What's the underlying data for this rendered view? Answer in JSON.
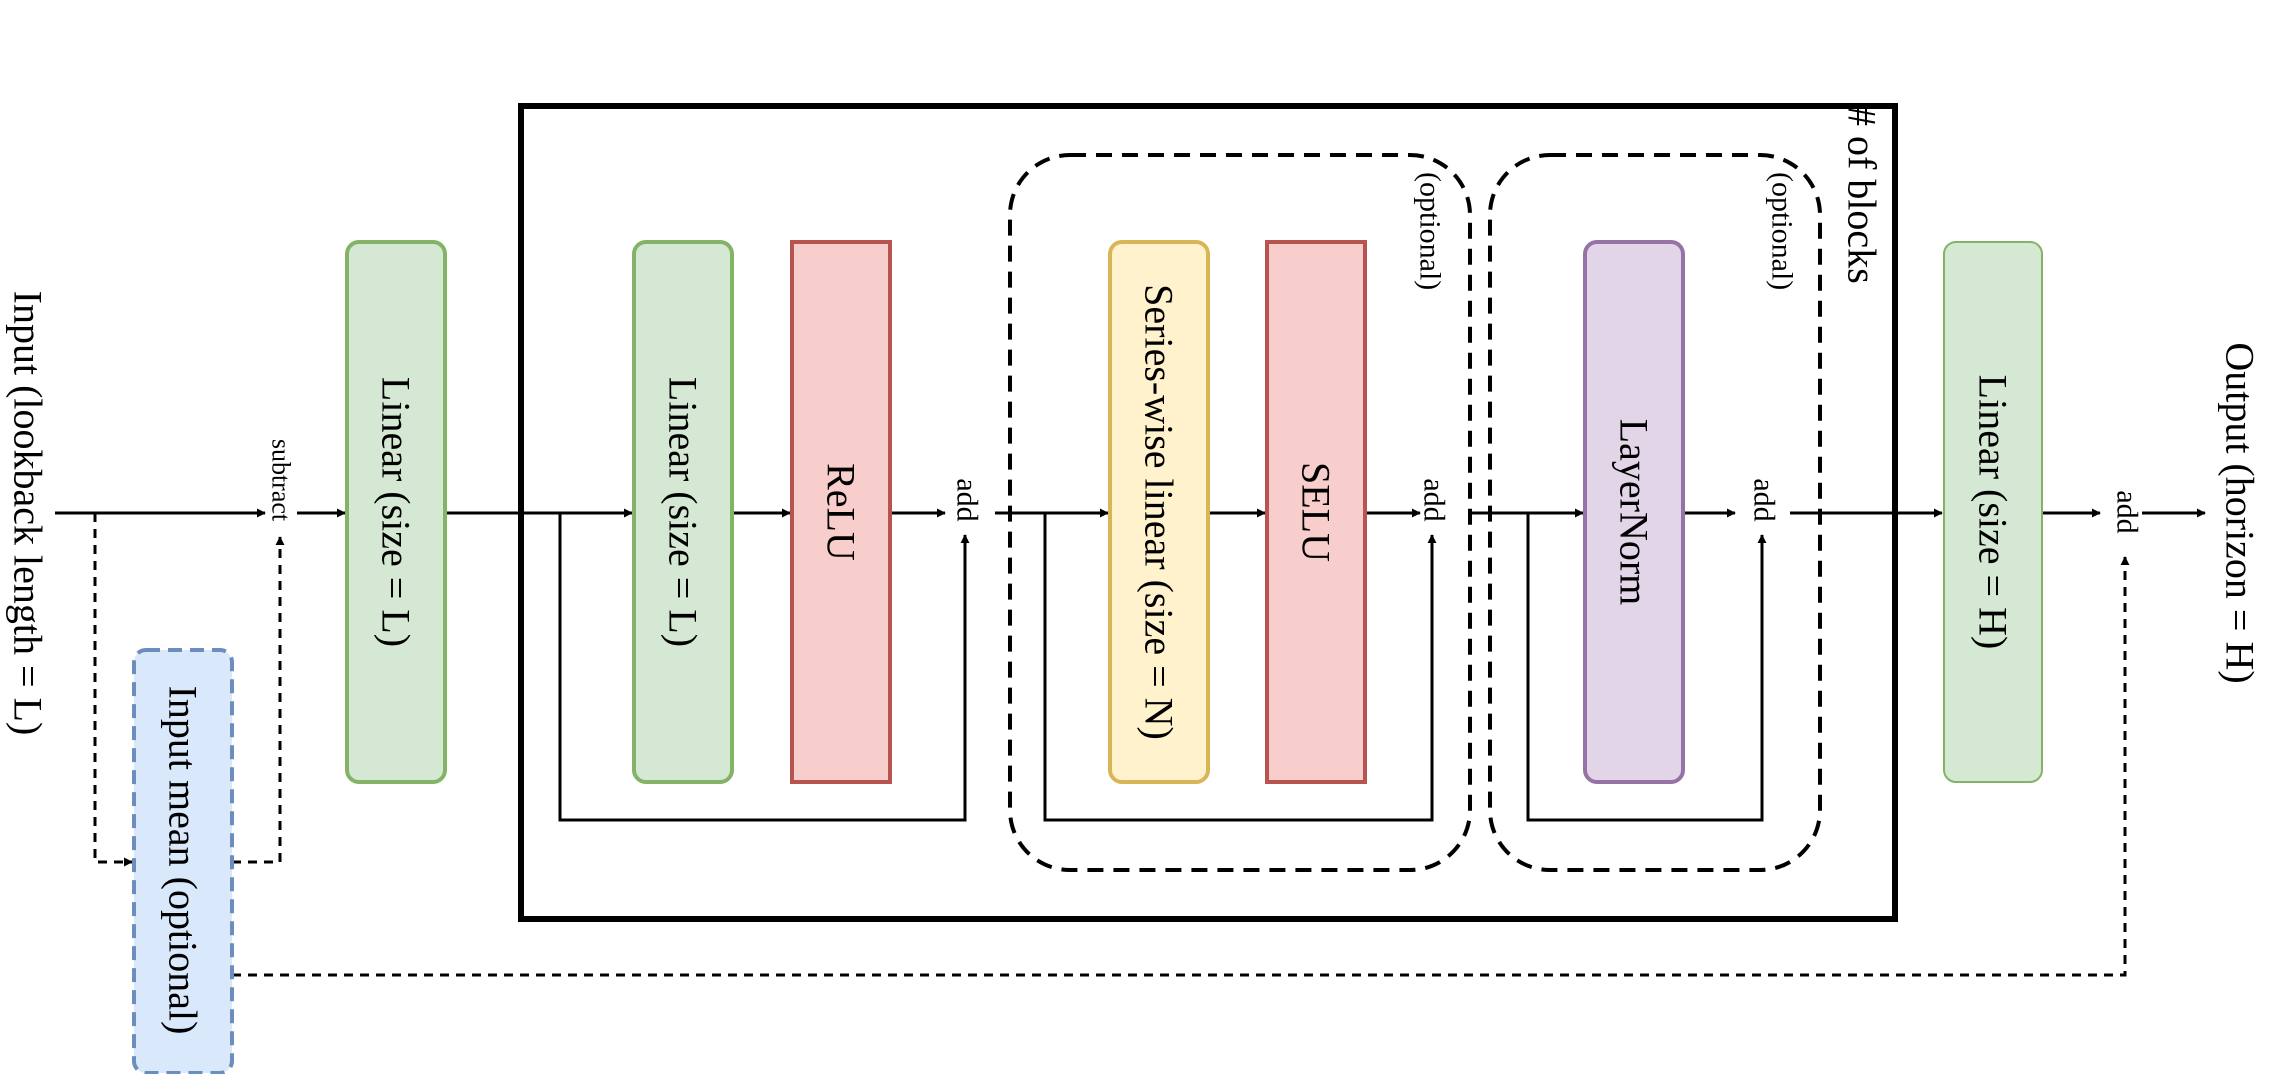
{
  "input_label": "Input (lookback length = L)",
  "output_label": "Output (horizon = H)",
  "input_mean_label": "Input mean (optional)",
  "subtract_label": "subtract",
  "add_label": "add",
  "block_repeat_label": "# of blocks",
  "optional_label": "(optional)",
  "boxes": {
    "linear_in": "Linear (size = L)",
    "linear_block": "Linear (size = L)",
    "relu": "ReLU",
    "series_linear": "Series-wise linear (size = N)",
    "selu": "SELU",
    "layernorm": "LayerNorm",
    "linear_out": "Linear (size = H)"
  },
  "colors": {
    "green_fill": "#d5e8d4",
    "green_stroke": "#82b366",
    "red_fill": "#f8cecc",
    "red_stroke": "#b85450",
    "yellow_fill": "#fff2cc",
    "yellow_stroke": "#d6b656",
    "purple_fill": "#e1d5e7",
    "purple_stroke": "#9673a6",
    "blue_fill": "#dae8fc",
    "blue_stroke": "#6c8ebf"
  }
}
